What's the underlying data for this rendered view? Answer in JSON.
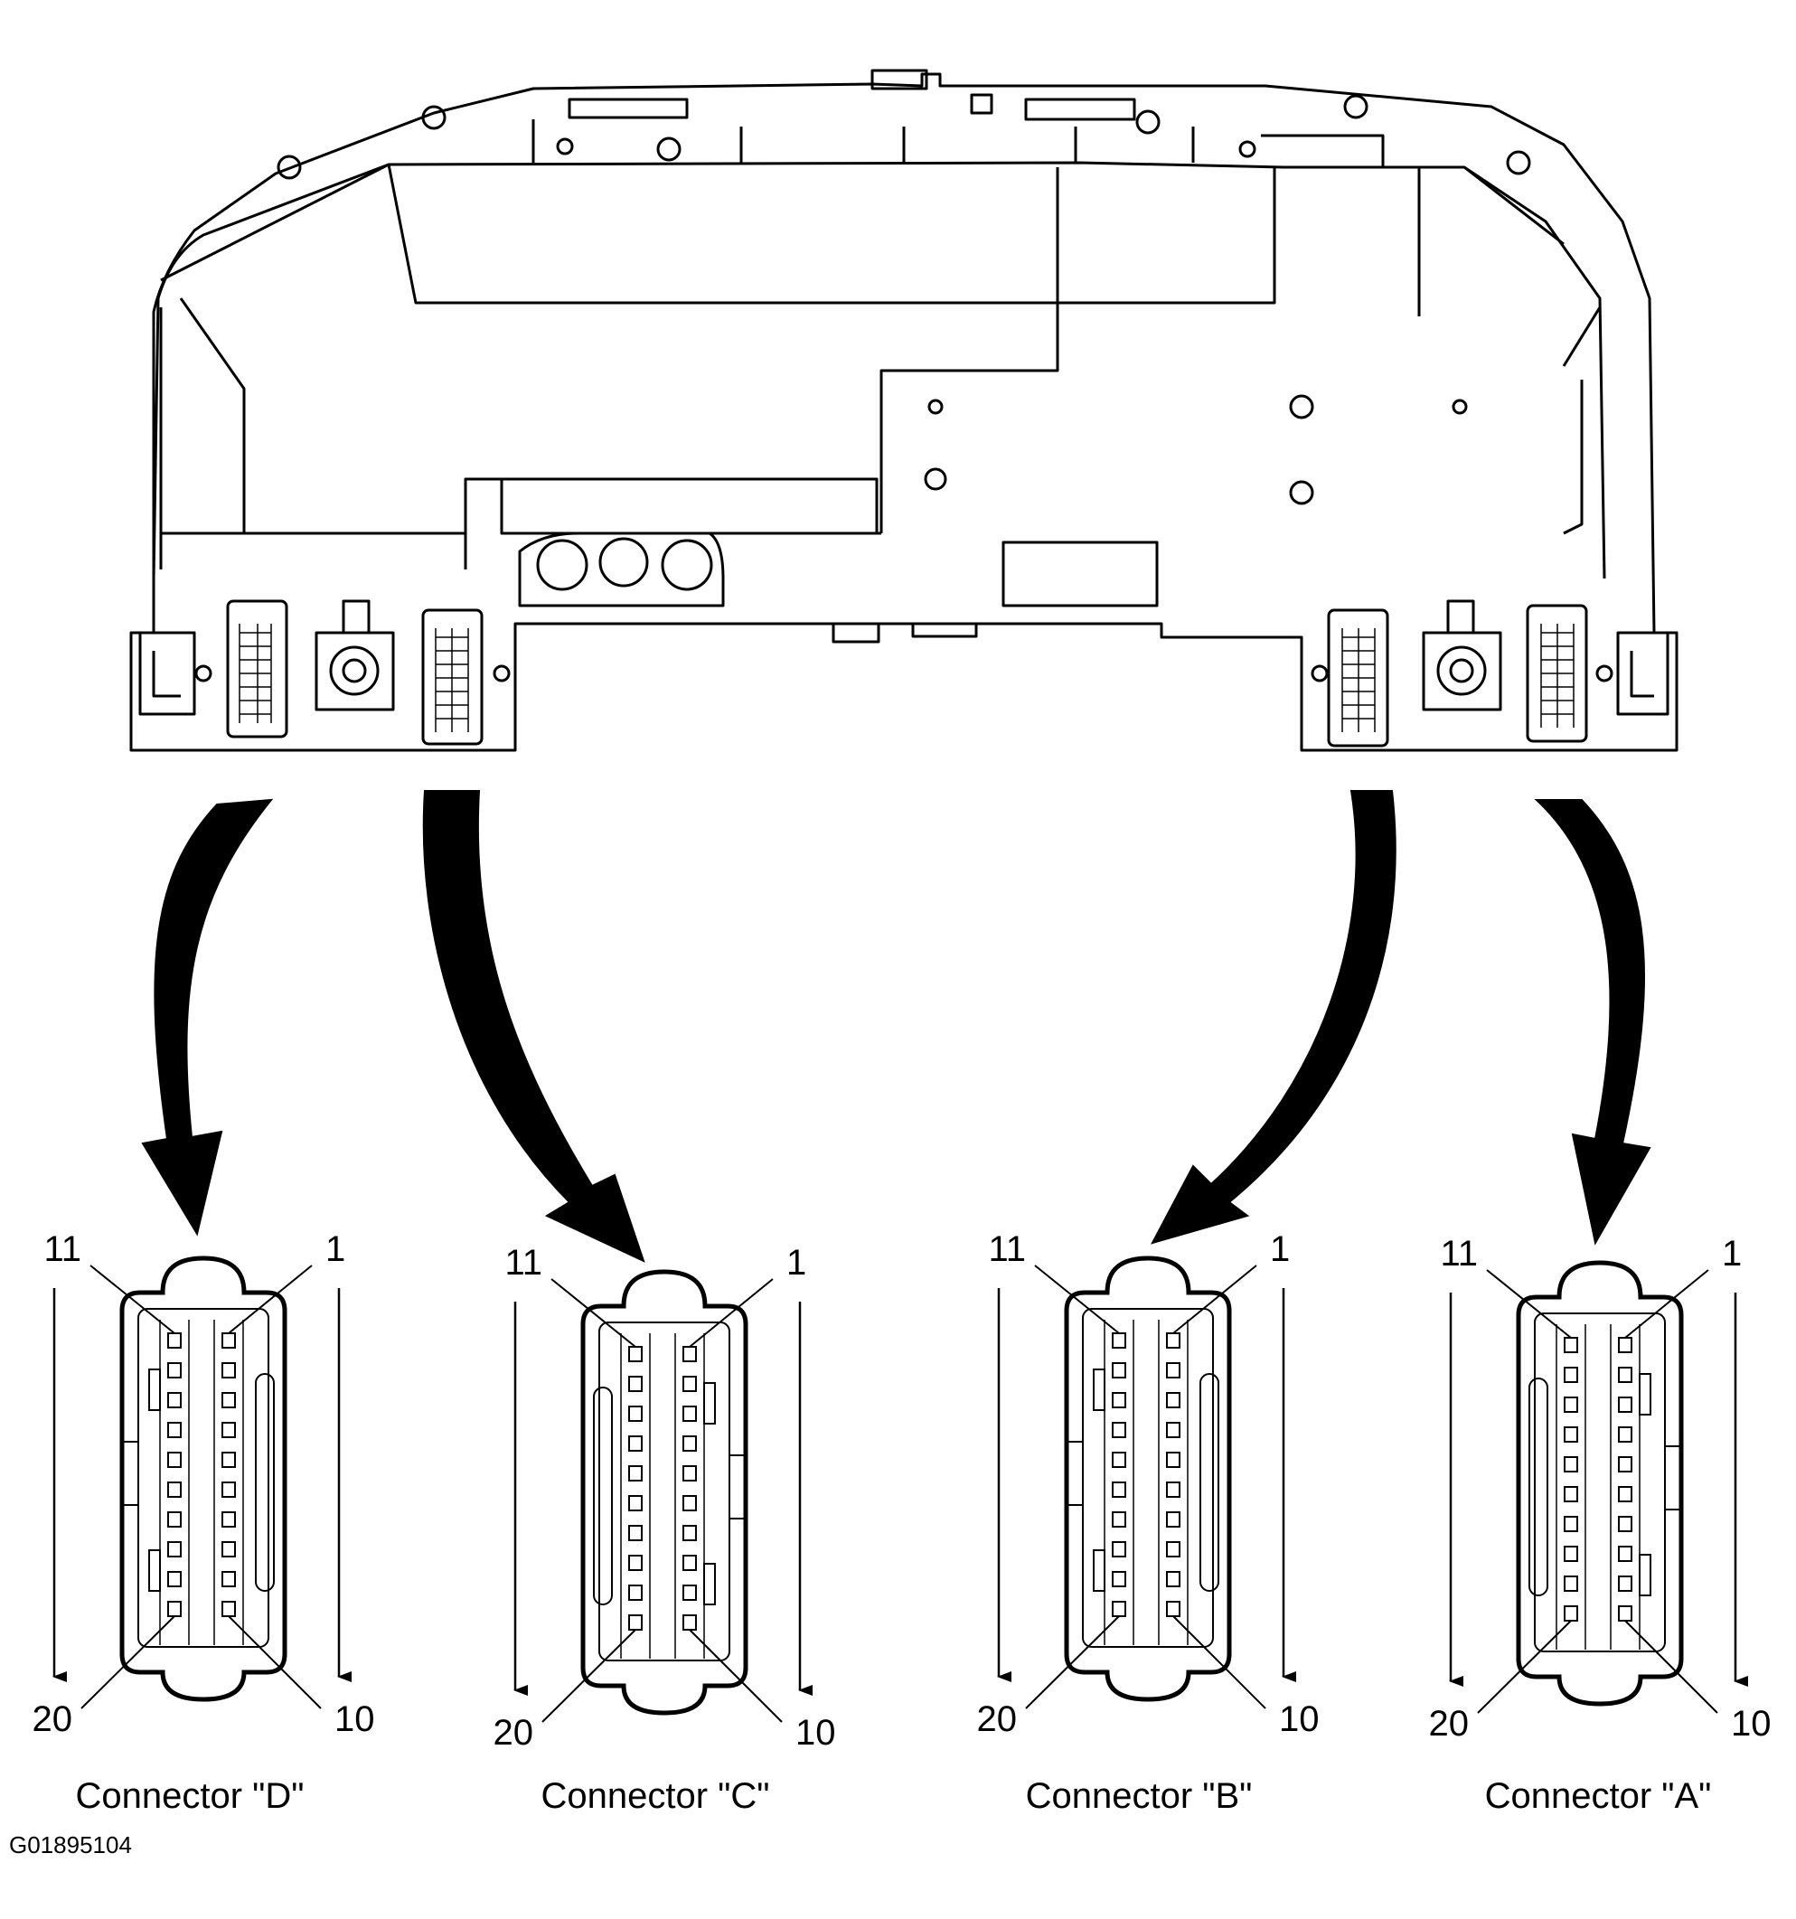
{
  "figure_id": "G01895104",
  "connectors": [
    {
      "id": "D",
      "label": "Connector \"D\"",
      "pins": {
        "top_left": "11",
        "top_right": "1",
        "bottom_left": "20",
        "bottom_right": "10"
      }
    },
    {
      "id": "C",
      "label": "Connector \"C\"",
      "pins": {
        "top_left": "11",
        "top_right": "1",
        "bottom_left": "20",
        "bottom_right": "10"
      }
    },
    {
      "id": "B",
      "label": "Connector \"B\"",
      "pins": {
        "top_left": "11",
        "top_right": "1",
        "bottom_left": "20",
        "bottom_right": "10"
      }
    },
    {
      "id": "A",
      "label": "Connector \"A\"",
      "pins": {
        "top_left": "11",
        "top_right": "1",
        "bottom_left": "20",
        "bottom_right": "10"
      }
    }
  ],
  "colors": {
    "line": "#000000",
    "background": "#ffffff"
  }
}
